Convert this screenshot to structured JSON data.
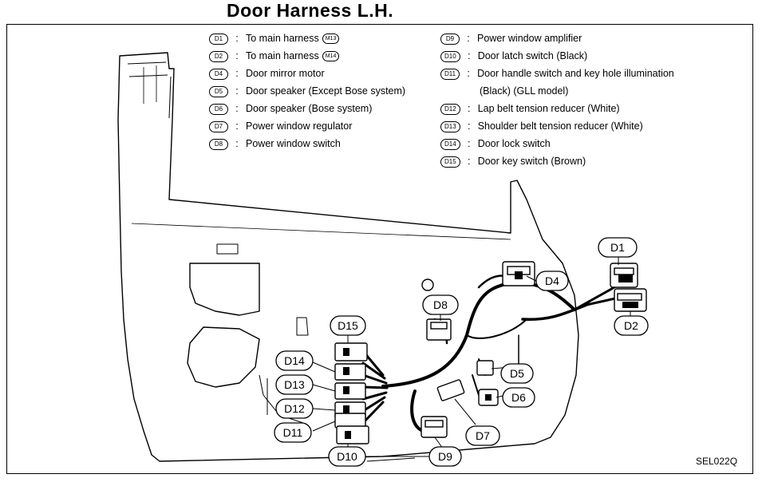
{
  "title": "Door Harness L.H.",
  "reference": "SEL022Q",
  "legend_left": [
    {
      "code": "D1",
      "text": "To main harness",
      "conn": "M13"
    },
    {
      "code": "D2",
      "text": "To main harness",
      "conn": "M14"
    },
    {
      "code": "D4",
      "text": "Door mirror motor"
    },
    {
      "code": "D5",
      "text": "Door speaker (Except Bose system)"
    },
    {
      "code": "D6",
      "text": "Door speaker (Bose system)"
    },
    {
      "code": "D7",
      "text": "Power window regulator"
    },
    {
      "code": "D8",
      "text": "Power window switch"
    }
  ],
  "legend_right": [
    {
      "code": "D9",
      "text": "Power window amplifier"
    },
    {
      "code": "D10",
      "text": "Door latch switch (Black)"
    },
    {
      "code": "D11",
      "text": "Door handle switch and key hole illumination"
    },
    {
      "code": "",
      "text": "(Black) (GLL model)"
    },
    {
      "code": "D12",
      "text": "Lap belt tension reducer (White)"
    },
    {
      "code": "D13",
      "text": "Shoulder belt tension reducer (White)"
    },
    {
      "code": "D14",
      "text": "Door lock switch"
    },
    {
      "code": "D15",
      "text": "Door key switch (Brown)"
    }
  ],
  "callouts": {
    "d1": "D1",
    "d2": "D2",
    "d4": "D4",
    "d5": "D5",
    "d6": "D6",
    "d7": "D7",
    "d8": "D8",
    "d9": "D9",
    "d10": "D10",
    "d11": "D11",
    "d12": "D12",
    "d13": "D13",
    "d14": "D14",
    "d15": "D15"
  }
}
